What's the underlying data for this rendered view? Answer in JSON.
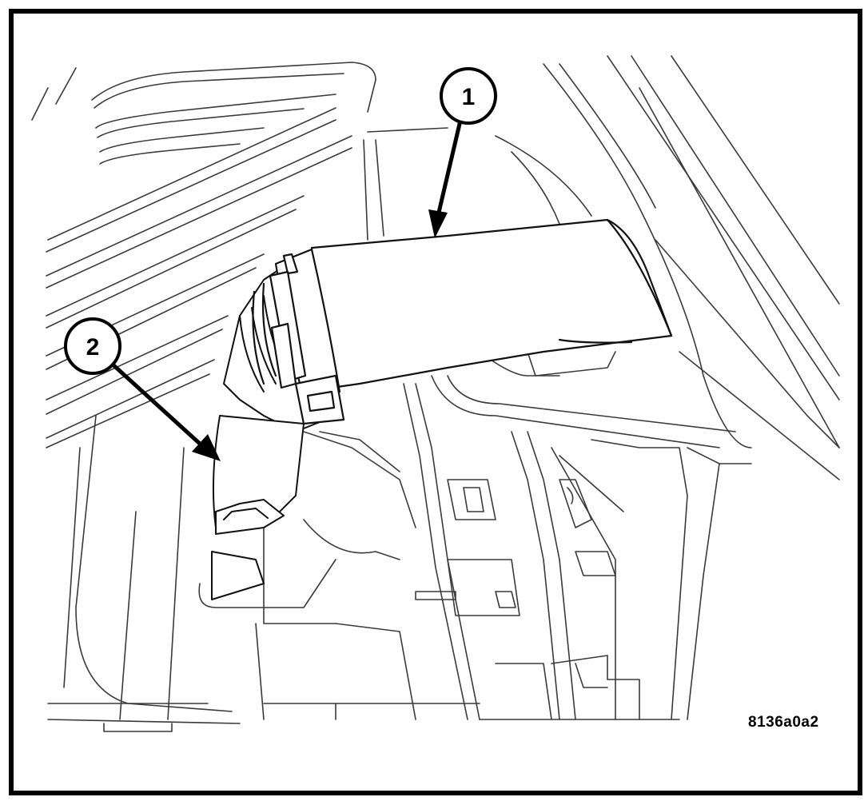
{
  "diagram": {
    "callouts": [
      {
        "number": "1"
      },
      {
        "number": "2"
      }
    ],
    "figure_id": "8136a0a2"
  }
}
